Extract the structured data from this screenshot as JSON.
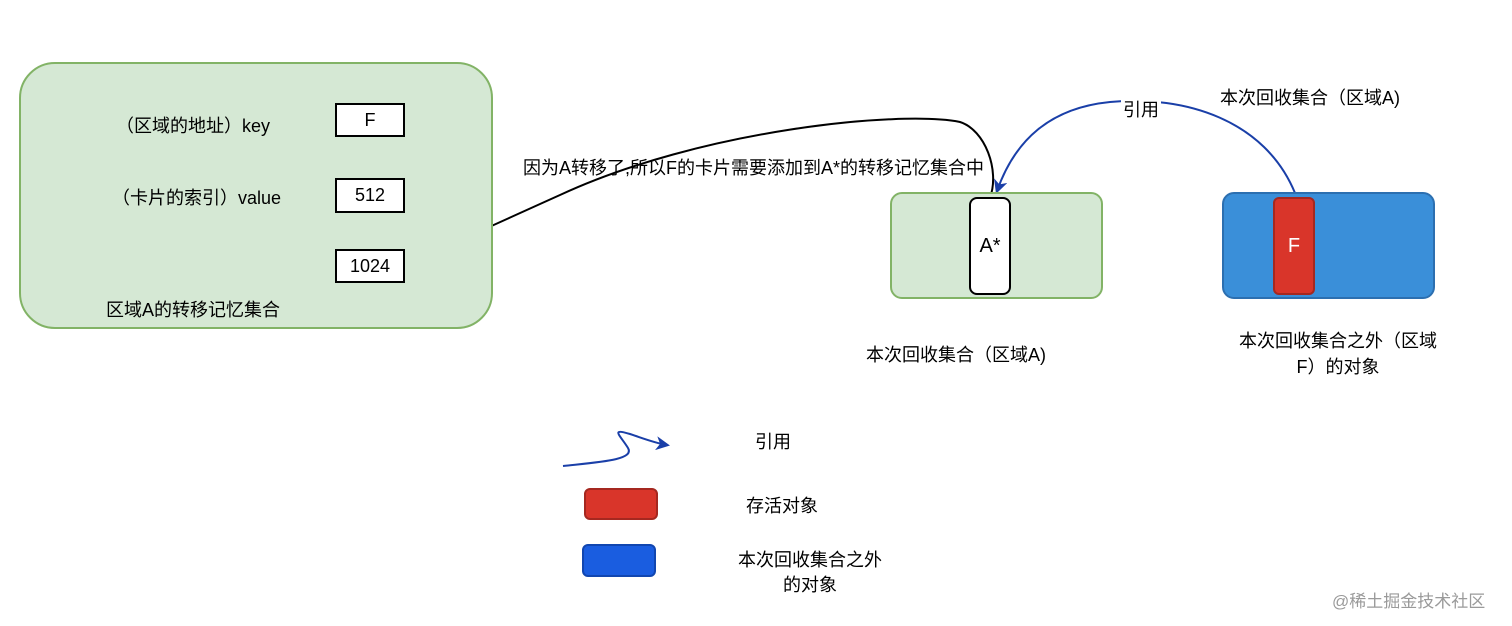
{
  "remembered_set": {
    "region_label": "区域A的转移记忆集合",
    "key_label": "（区域的地址）key",
    "value_label": "（卡片的索引）value",
    "node_key": "F",
    "node_value": "512",
    "node_target": "1024"
  },
  "transfer_note": "因为A转移了,所以F的卡片需要添加到A*的转移记忆集合中",
  "reference_label": "引用",
  "title_top_right": "本次回收集合（区域A)",
  "collection_region": {
    "object": "A*",
    "caption": "本次回收集合（区域A)"
  },
  "outside_region": {
    "object": "F",
    "caption_line1": "本次回收集合之外（区域",
    "caption_line2": "F）的对象"
  },
  "legend": {
    "reference": "引用",
    "live_object": "存活对象",
    "outside_line1": "本次回收集合之外",
    "outside_line2": "的对象"
  },
  "watermark": "@稀土掘金技术社区",
  "colors": {
    "green_fill": "#d5e8d4",
    "green_stroke": "#82b366",
    "red_object": "#d9352a",
    "blue_region": "#3a8fd9",
    "blue_legend": "#1a5de0",
    "reference_arrow": "#1a3fa8"
  }
}
